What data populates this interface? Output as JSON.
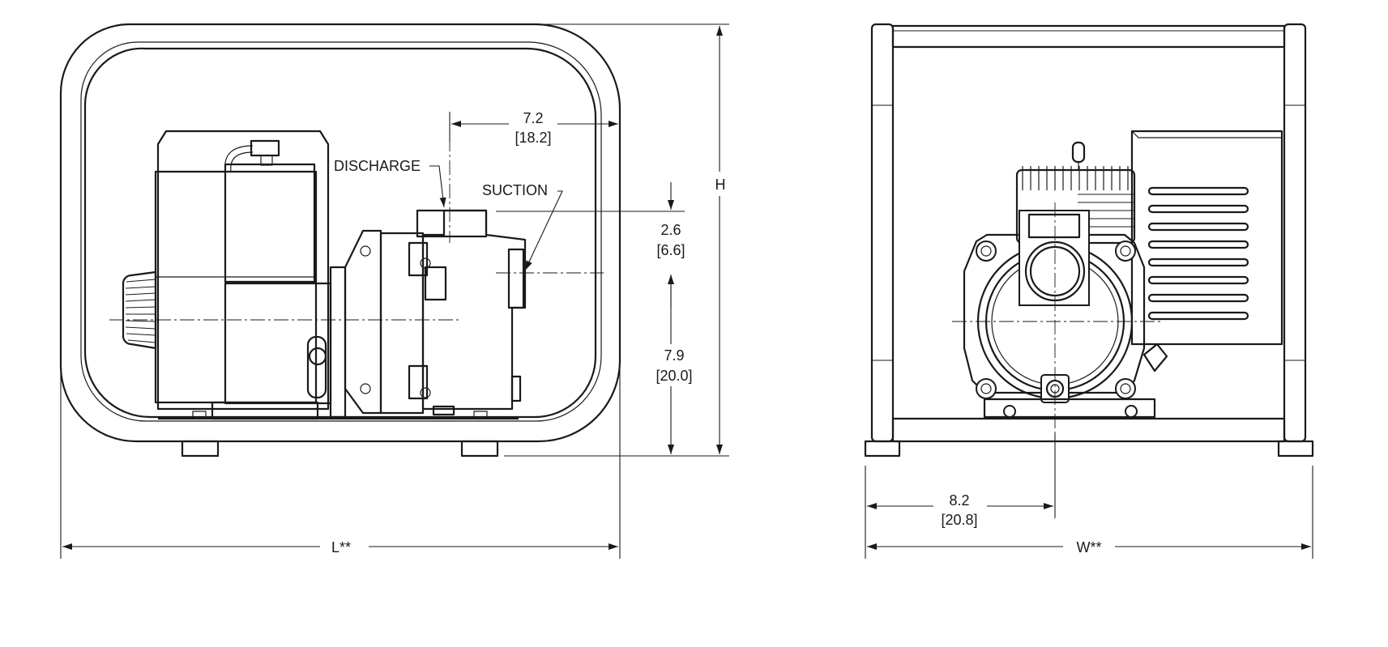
{
  "dimensions": {
    "discharge_offset": {
      "value": "7.2",
      "metric": "[18.2]"
    },
    "suction_rise": {
      "value": "2.6",
      "metric": "[6.6]"
    },
    "suction_height": {
      "value": "7.9",
      "metric": "[20.0]"
    },
    "centerline_width": {
      "value": "8.2",
      "metric": "[20.8]"
    },
    "height_label": "H",
    "length_label": "L**",
    "width_label": "W**"
  },
  "callouts": {
    "discharge": "DISCHARGE",
    "suction": "SUCTION"
  }
}
